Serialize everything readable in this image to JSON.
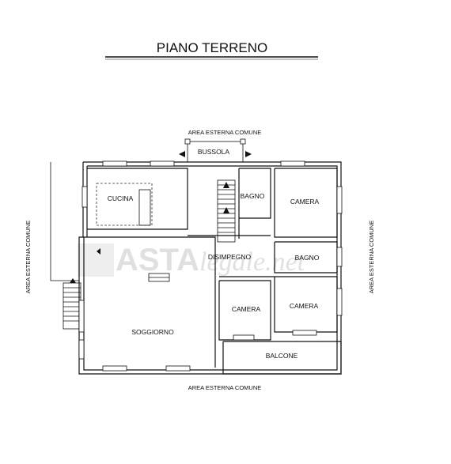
{
  "title": "PIANO TERRENO",
  "external_labels": {
    "top": "AREA  ESTERNA COMUNE",
    "bottom": "AREA ESTERNA COMUNE",
    "left": "AREA ESTERNA COMUNE",
    "right": "AREA ESTERNA COMUNE"
  },
  "rooms": {
    "bussola": "BUSSOLA",
    "cucina": "CUCINA",
    "bagno_top": "BAGNO",
    "camera_top": "CAMERA",
    "disimpegno": "DISIMPEGNO",
    "bagno_mid": "BAGNO",
    "soggiorno": "SOGGIORNO",
    "camera_bl": "CAMERA",
    "camera_br": "CAMERA",
    "balcone": "BALCONE"
  },
  "watermark": {
    "brand": "ASTA",
    "domain": "legale.net"
  },
  "icons": [
    "entry-arrow-icon"
  ]
}
